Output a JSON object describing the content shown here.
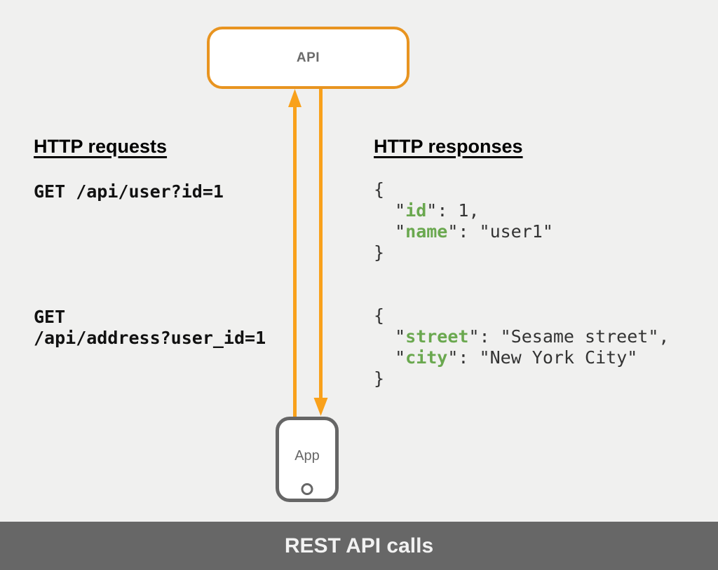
{
  "diagram_title": "REST API calls",
  "colors": {
    "background": "#f0f0ef",
    "arrow_orange": "#f9a11b",
    "api_border_orange": "#e89420",
    "node_gray": "#666666",
    "footer_bg": "#676767",
    "footer_text": "#f2f2f2",
    "json_key_green": "#6aa84f",
    "code_text": "#333333"
  },
  "api_node": {
    "label": "API"
  },
  "app_node": {
    "label": "App"
  },
  "requests_column": {
    "heading": "HTTP requests",
    "items": [
      "GET /api/user?id=1",
      "GET\n/api/address?user_id=1"
    ]
  },
  "responses_column": {
    "heading": "HTTP responses",
    "blocks": [
      [
        [
          [
            "{",
            false
          ]
        ],
        [
          [
            "  \"",
            false
          ],
          [
            "id",
            true
          ],
          [
            "\": 1,",
            false
          ]
        ],
        [
          [
            "  \"",
            false
          ],
          [
            "name",
            true
          ],
          [
            "\": \"user1\"",
            false
          ]
        ],
        [
          [
            "}",
            false
          ]
        ]
      ],
      [
        [
          [
            "{",
            false
          ]
        ],
        [
          [
            "  \"",
            false
          ],
          [
            "street",
            true
          ],
          [
            "\": \"Sesame street\",",
            false
          ]
        ],
        [
          [
            "  \"",
            false
          ],
          [
            "city",
            true
          ],
          [
            "\": \"New York City\"",
            false
          ]
        ],
        [
          [
            "}",
            false
          ]
        ]
      ]
    ]
  },
  "arrows": {
    "request_arrow": "app-to-api-up",
    "response_arrow": "api-to-app-down"
  },
  "footer": {
    "title": "REST API calls"
  }
}
